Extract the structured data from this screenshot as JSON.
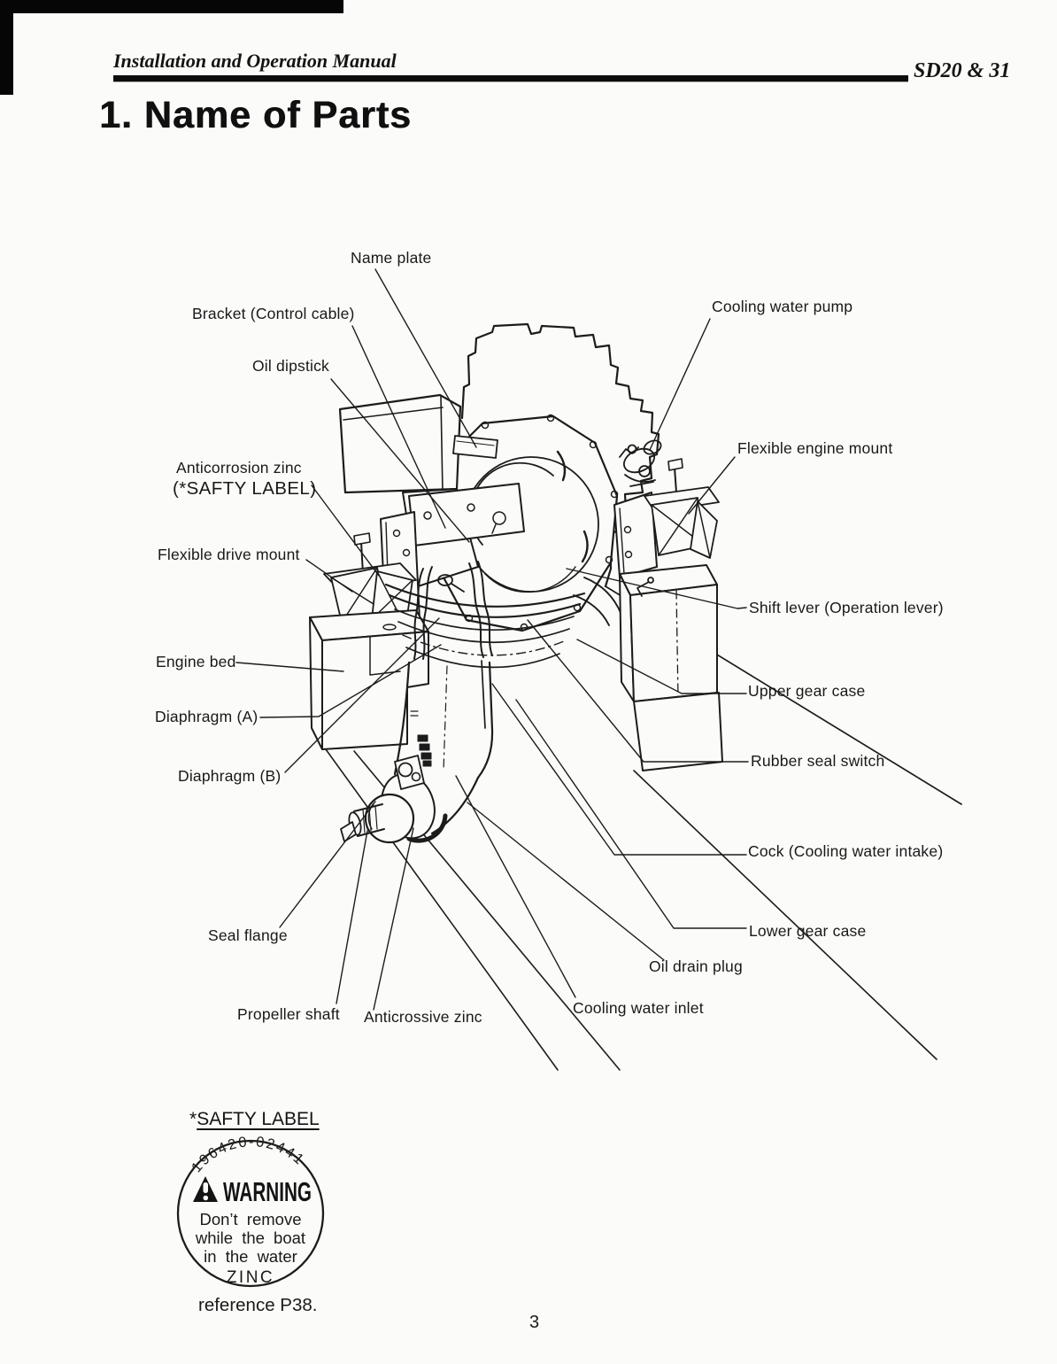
{
  "header": {
    "manual_title": "Installation and Operation Manual",
    "model": "SD20 & 31"
  },
  "section_title": "1. Name of Parts",
  "page_number": "3",
  "colors": {
    "ink": "#1c1c1c",
    "paper": "#fbfbf9"
  },
  "diagram": {
    "labels": [
      {
        "text": "Name plate"
      },
      {
        "text": "Bracket (Control cable)"
      },
      {
        "text": "Oil dipstick"
      },
      {
        "text": "Cooling water pump"
      },
      {
        "text": "Flexible engine mount"
      },
      {
        "text": "Anticorrosion zinc"
      },
      {
        "text": "(*SAFTY LABEL)"
      },
      {
        "text": "Flexible drive mount"
      },
      {
        "text": "Shift lever (Operation lever)"
      },
      {
        "text": "Engine bed"
      },
      {
        "text": "Upper gear case"
      },
      {
        "text": "Diaphragm (A)"
      },
      {
        "text": "Rubber seal switch"
      },
      {
        "text": "Diaphragm (B)"
      },
      {
        "text": "Cock (Cooling water intake)"
      },
      {
        "text": "Lower gear case"
      },
      {
        "text": "Seal flange"
      },
      {
        "text": "Oil drain plug"
      },
      {
        "text": "Propeller shaft"
      },
      {
        "text": "Anticrossive zinc"
      },
      {
        "text": "Cooling water inlet"
      }
    ]
  },
  "safety_section": {
    "star": "*",
    "heading": "SAFTY LABEL",
    "part_number": "196420-02441",
    "warning_word": "WARNING",
    "line1": "Don’t remove",
    "line2": "while the boat",
    "line3": "in the water",
    "zinc": "ZINC",
    "reference": "reference P38."
  }
}
